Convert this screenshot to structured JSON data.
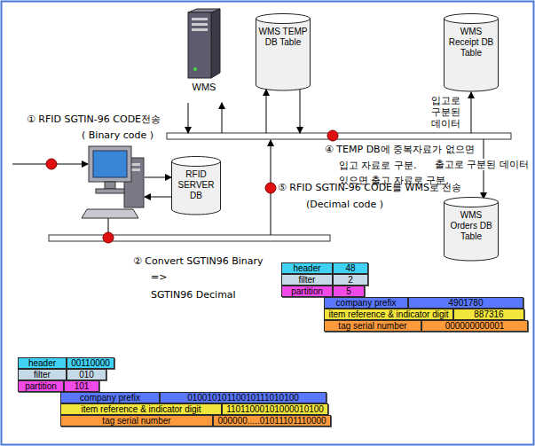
{
  "diagram": {
    "nodes": [
      {
        "text": [
          "WMS"
        ]
      },
      {
        "text": [
          "WMS TEMP DB Table"
        ]
      },
      {
        "text": [
          "WMS Receipt DB Table"
        ]
      },
      {
        "text": [
          "RFID SERVER DB"
        ]
      },
      {
        "text": [
          "WMS Orders DB Table"
        ]
      },
      {
        "text": [
          "header"
        ]
      },
      {
        "text": [
          "48"
        ]
      },
      {
        "text": [
          "filter"
        ]
      },
      {
        "text": [
          "2"
        ]
      },
      {
        "text": [
          "partition"
        ]
      },
      {
        "text": [
          "5"
        ]
      },
      {
        "text": [
          "company prefix"
        ]
      },
      {
        "text": [
          "4901780"
        ]
      },
      {
        "text": [
          "item reference & indicator digit"
        ]
      },
      {
        "text": [
          "887316"
        ]
      },
      {
        "text": [
          "tag serial number"
        ]
      },
      {
        "text": [
          "000000000001"
        ]
      },
      {
        "text": [
          "header"
        ]
      },
      {
        "text": [
          "00110000"
        ]
      },
      {
        "text": [
          "filter"
        ]
      },
      {
        "text": [
          "010"
        ]
      },
      {
        "text": [
          "partition"
        ]
      },
      {
        "text": [
          "101"
        ]
      },
      {
        "text": [
          "company prefix"
        ]
      },
      {
        "text": [
          "01001010110010111010100"
        ]
      },
      {
        "text": [
          "item reference & indicator digit"
        ]
      },
      {
        "text": [
          "11011000101000010100"
        ]
      },
      {
        "text": [
          "tag serial number"
        ]
      },
      {
        "text": [
          "000000.....01011101110000"
        ]
      }
    ],
    "labels": [
      "① RFID SGTIN-96 CODE전송",
      "( Binary code )",
      "⑤ RFID SGTIN-96 CODE를 WMS로 전송",
      "(Decimal code )",
      "④ TEMP DB에 중복자료가 없으면",
      "입고 자료로 구분.",
      "있으면 출고 자료로 구분.",
      "입고로 구분된 데이터",
      "출고로 구분된 데이터",
      "② Convert SGTIN96 Binary",
      "=>",
      "SGTIN96 Decimal"
    ]
  }
}
